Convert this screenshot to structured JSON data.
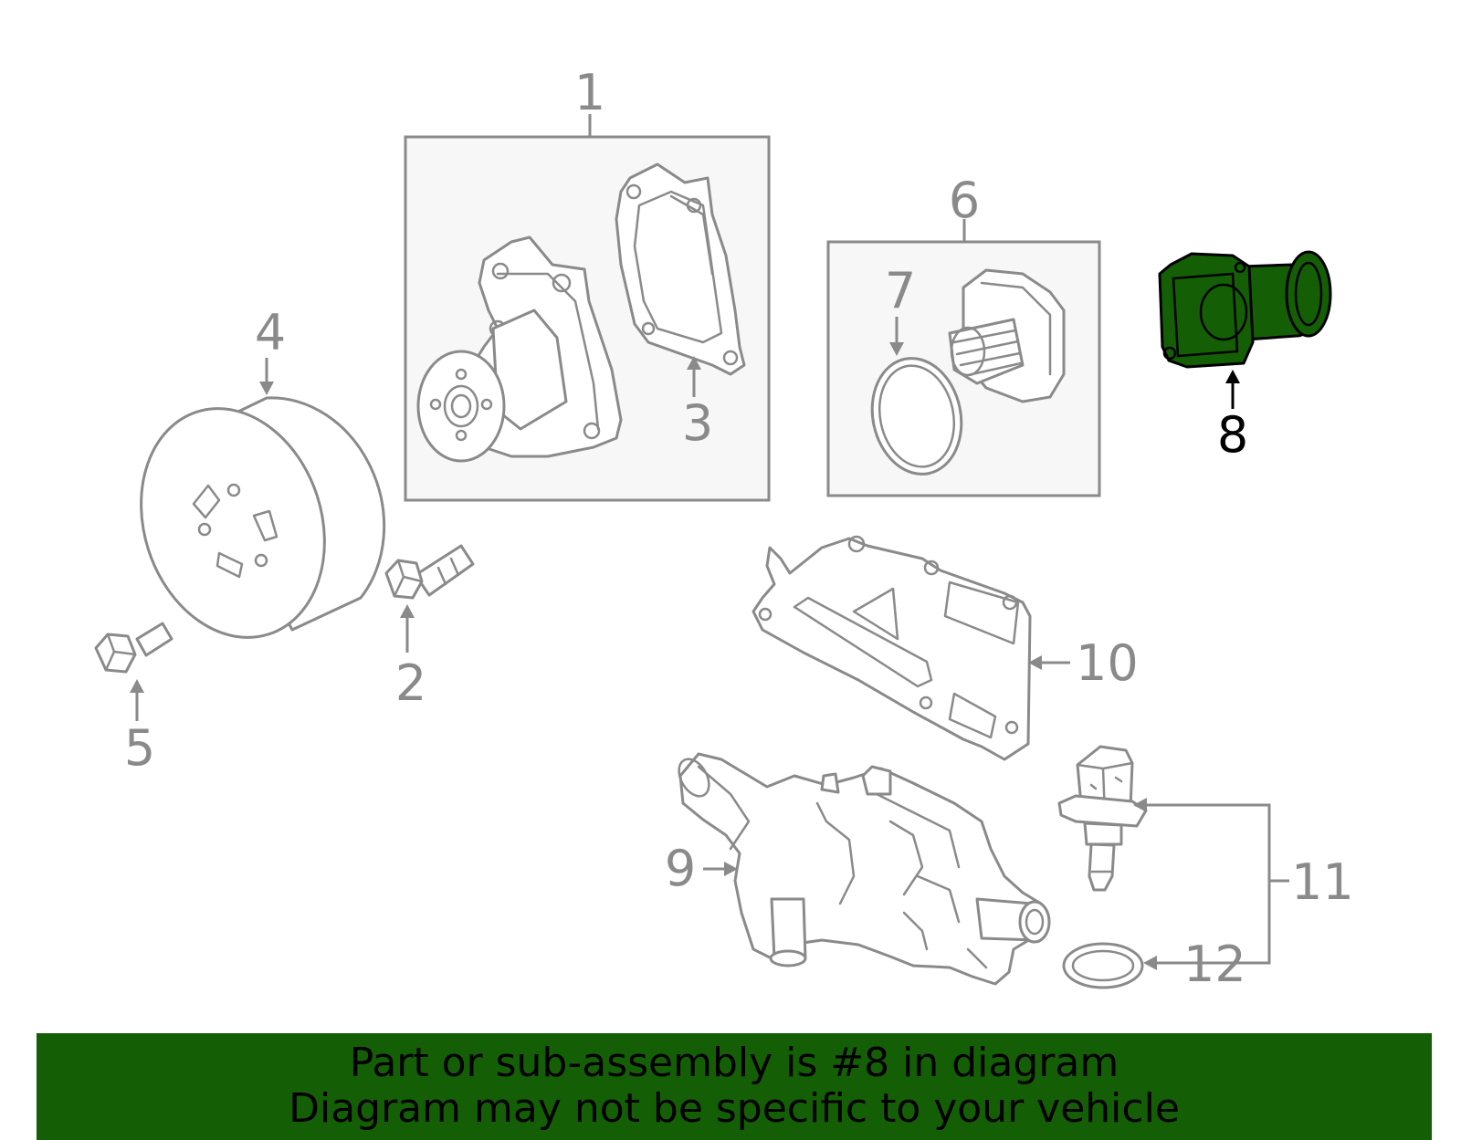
{
  "callouts": {
    "c1": "1",
    "c2": "2",
    "c3": "3",
    "c4": "4",
    "c5": "5",
    "c6": "6",
    "c7": "7",
    "c8": "8",
    "c9": "9",
    "c10": "10",
    "c11": "11",
    "c12": "12"
  },
  "highlight_part": "8",
  "highlight_color": "#145f06",
  "banner": {
    "line1": "Part or sub-assembly is #8 in diagram",
    "line2": "Diagram may not be specific to your vehicle"
  }
}
